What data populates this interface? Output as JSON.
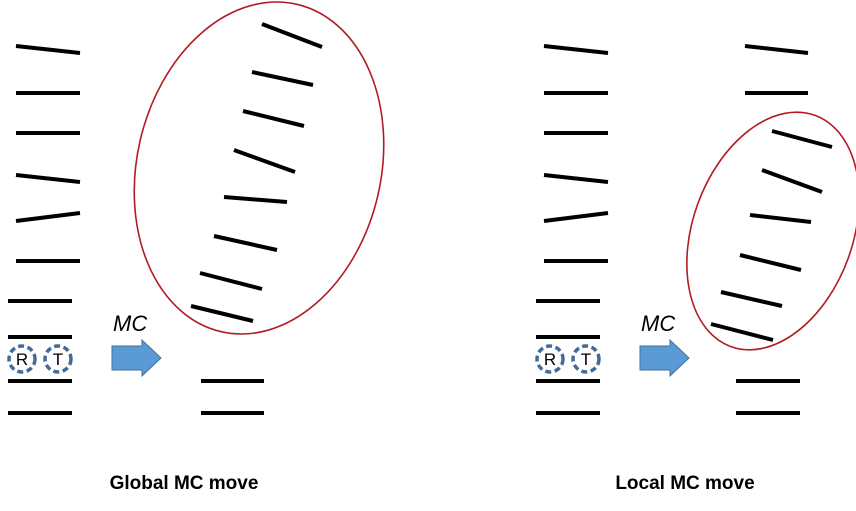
{
  "diagram": {
    "left_panel": {
      "caption": "Global MC move",
      "arrow_label": "MC",
      "markers": [
        "R",
        "T"
      ]
    },
    "right_panel": {
      "caption": "Local MC move",
      "arrow_label": "MC",
      "markers": [
        "R",
        "T"
      ]
    },
    "colors": {
      "bar": "#000000",
      "selection_ellipse": "#b01c22",
      "arrow_fill": "#5b9bd5",
      "marker_stroke": "#41699a"
    }
  }
}
